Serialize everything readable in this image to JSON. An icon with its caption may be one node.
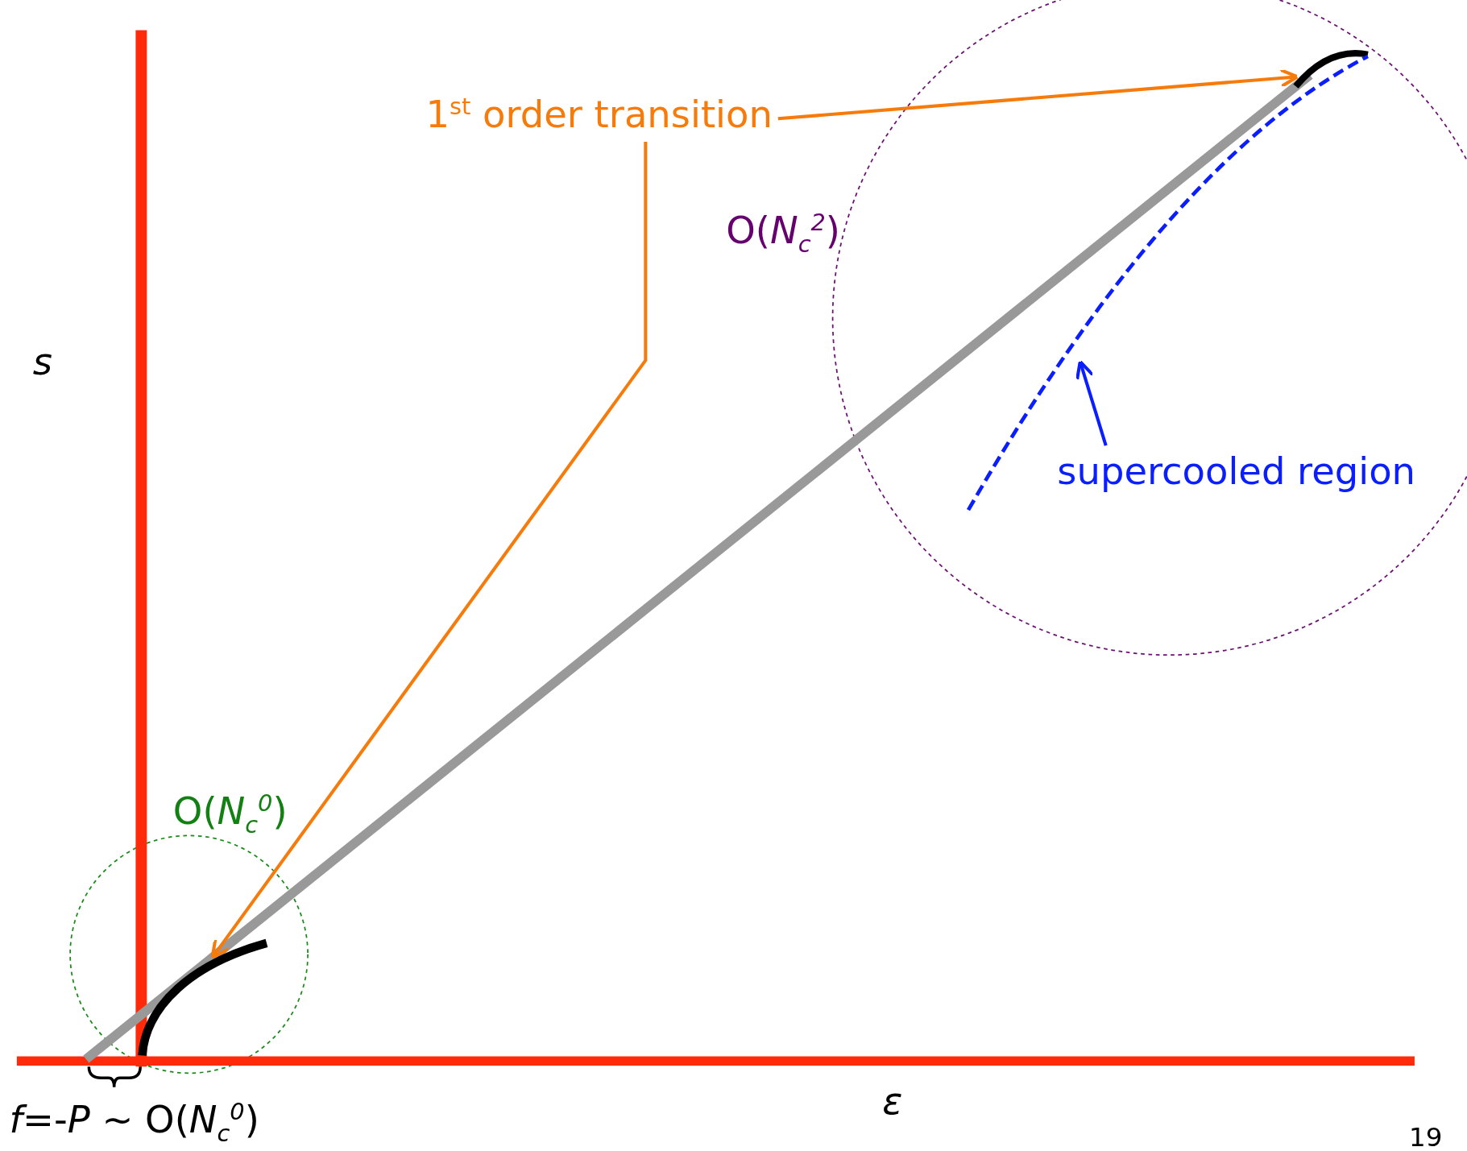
{
  "diagram": {
    "nodes": [
      {
        "text": [
          "1$^{st}$ order transition"
        ]
      },
      {
        "text": [
          "supercooled region"
        ]
      },
      {
        "text": [],
        "shape": "curve"
      },
      {
        "text": [],
        "shape": "curve"
      },
      {
        "text": [],
        "shape": "curve"
      }
    ],
    "edges": [
      {
        "from": 0,
        "to": 2,
        "arrow": "to"
      },
      {
        "from": 0,
        "to": 3,
        "arrow": "to"
      },
      {
        "from": 1,
        "to": 4,
        "arrow": "to",
        "color": "#0a1eff"
      }
    ],
    "labels": [
      "O(*N*$_{c}$$^{2}$)",
      "*s*",
      "O(*N*$_{c}$$^{0}$)",
      "*ε*",
      "*f*=-*P* ~ O(*N*$_{c}$$^{0}$)",
      "19"
    ]
  }
}
